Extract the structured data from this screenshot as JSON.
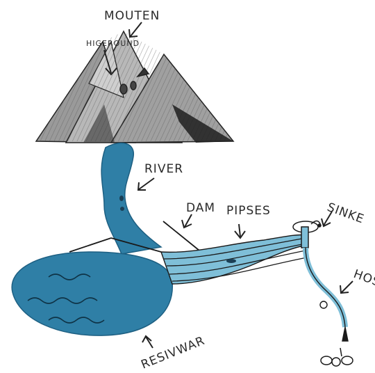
{
  "labels": {
    "mountain": "MOUTEN",
    "high": "HIGEROUND",
    "river": "RIVER",
    "dam": "DAM",
    "pipes": "PIPSES",
    "sink": "SINKE",
    "hose": "HOSE",
    "reservoir": "RESIVWAR"
  },
  "colors": {
    "water": "#2f7fa6",
    "water_dark": "#1d5f82",
    "pipe_water": "#7fbfd8",
    "mountain_light": "#b5b5b5",
    "mountain_mid": "#8a8a8a",
    "mountain_dark": "#2b2b2b",
    "ink": "#1a1a1a",
    "paper": "#ffffff"
  }
}
